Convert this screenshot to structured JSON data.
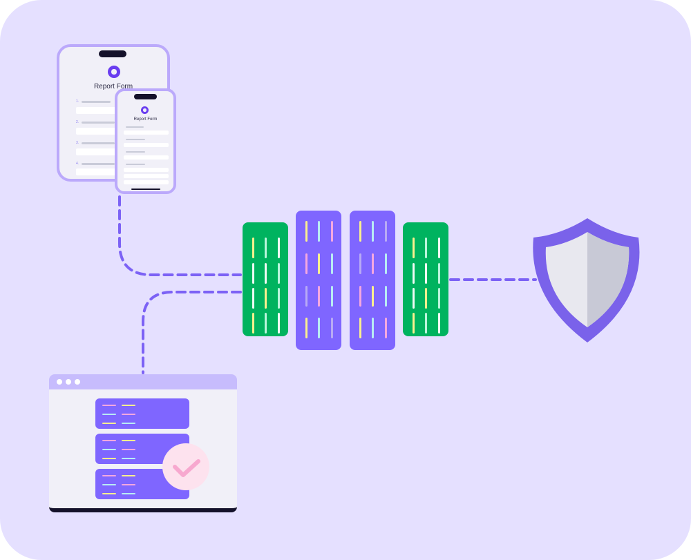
{
  "tablet": {
    "title": "Report Form",
    "numbers": [
      "1.",
      "2.",
      "3.",
      "4."
    ]
  },
  "phone": {
    "title": "Report Form"
  },
  "colors": {
    "background": "#e5e0ff",
    "accent": "#7f66ff",
    "server_green": "#00b35f",
    "connector": "#7c62f5",
    "shield": "#7a62ea",
    "check": "#f7a8cf"
  },
  "icons": [
    "gear-icon",
    "server-icon",
    "shield-icon",
    "check-icon",
    "browser-window-icon"
  ]
}
